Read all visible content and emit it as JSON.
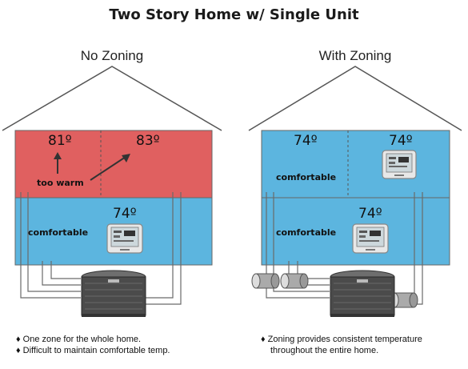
{
  "title": "Two Story Home w/ Single Unit",
  "left": {
    "heading": "No Zoning",
    "upper_left_temp": "81º",
    "upper_right_temp": "83º",
    "annotation": "too warm",
    "lower_temp": "74º",
    "lower_label": "comfortable",
    "notes": [
      "♦ One zone for the whole home.",
      "♦ Difficult to maintain comfortable temp."
    ]
  },
  "right": {
    "heading": "With Zoning",
    "upper_left_temp": "74º",
    "upper_right_temp": "74º",
    "upper_label": "comfortable",
    "lower_temp": "74º",
    "lower_label": "comfortable",
    "notes": [
      "♦ Zoning provides consistent temperature",
      "throughout the entire home."
    ]
  },
  "colors": {
    "warm": "#e06060",
    "cool": "#5cb5df",
    "roof": "#555555",
    "duct": "#6a6a6a"
  }
}
